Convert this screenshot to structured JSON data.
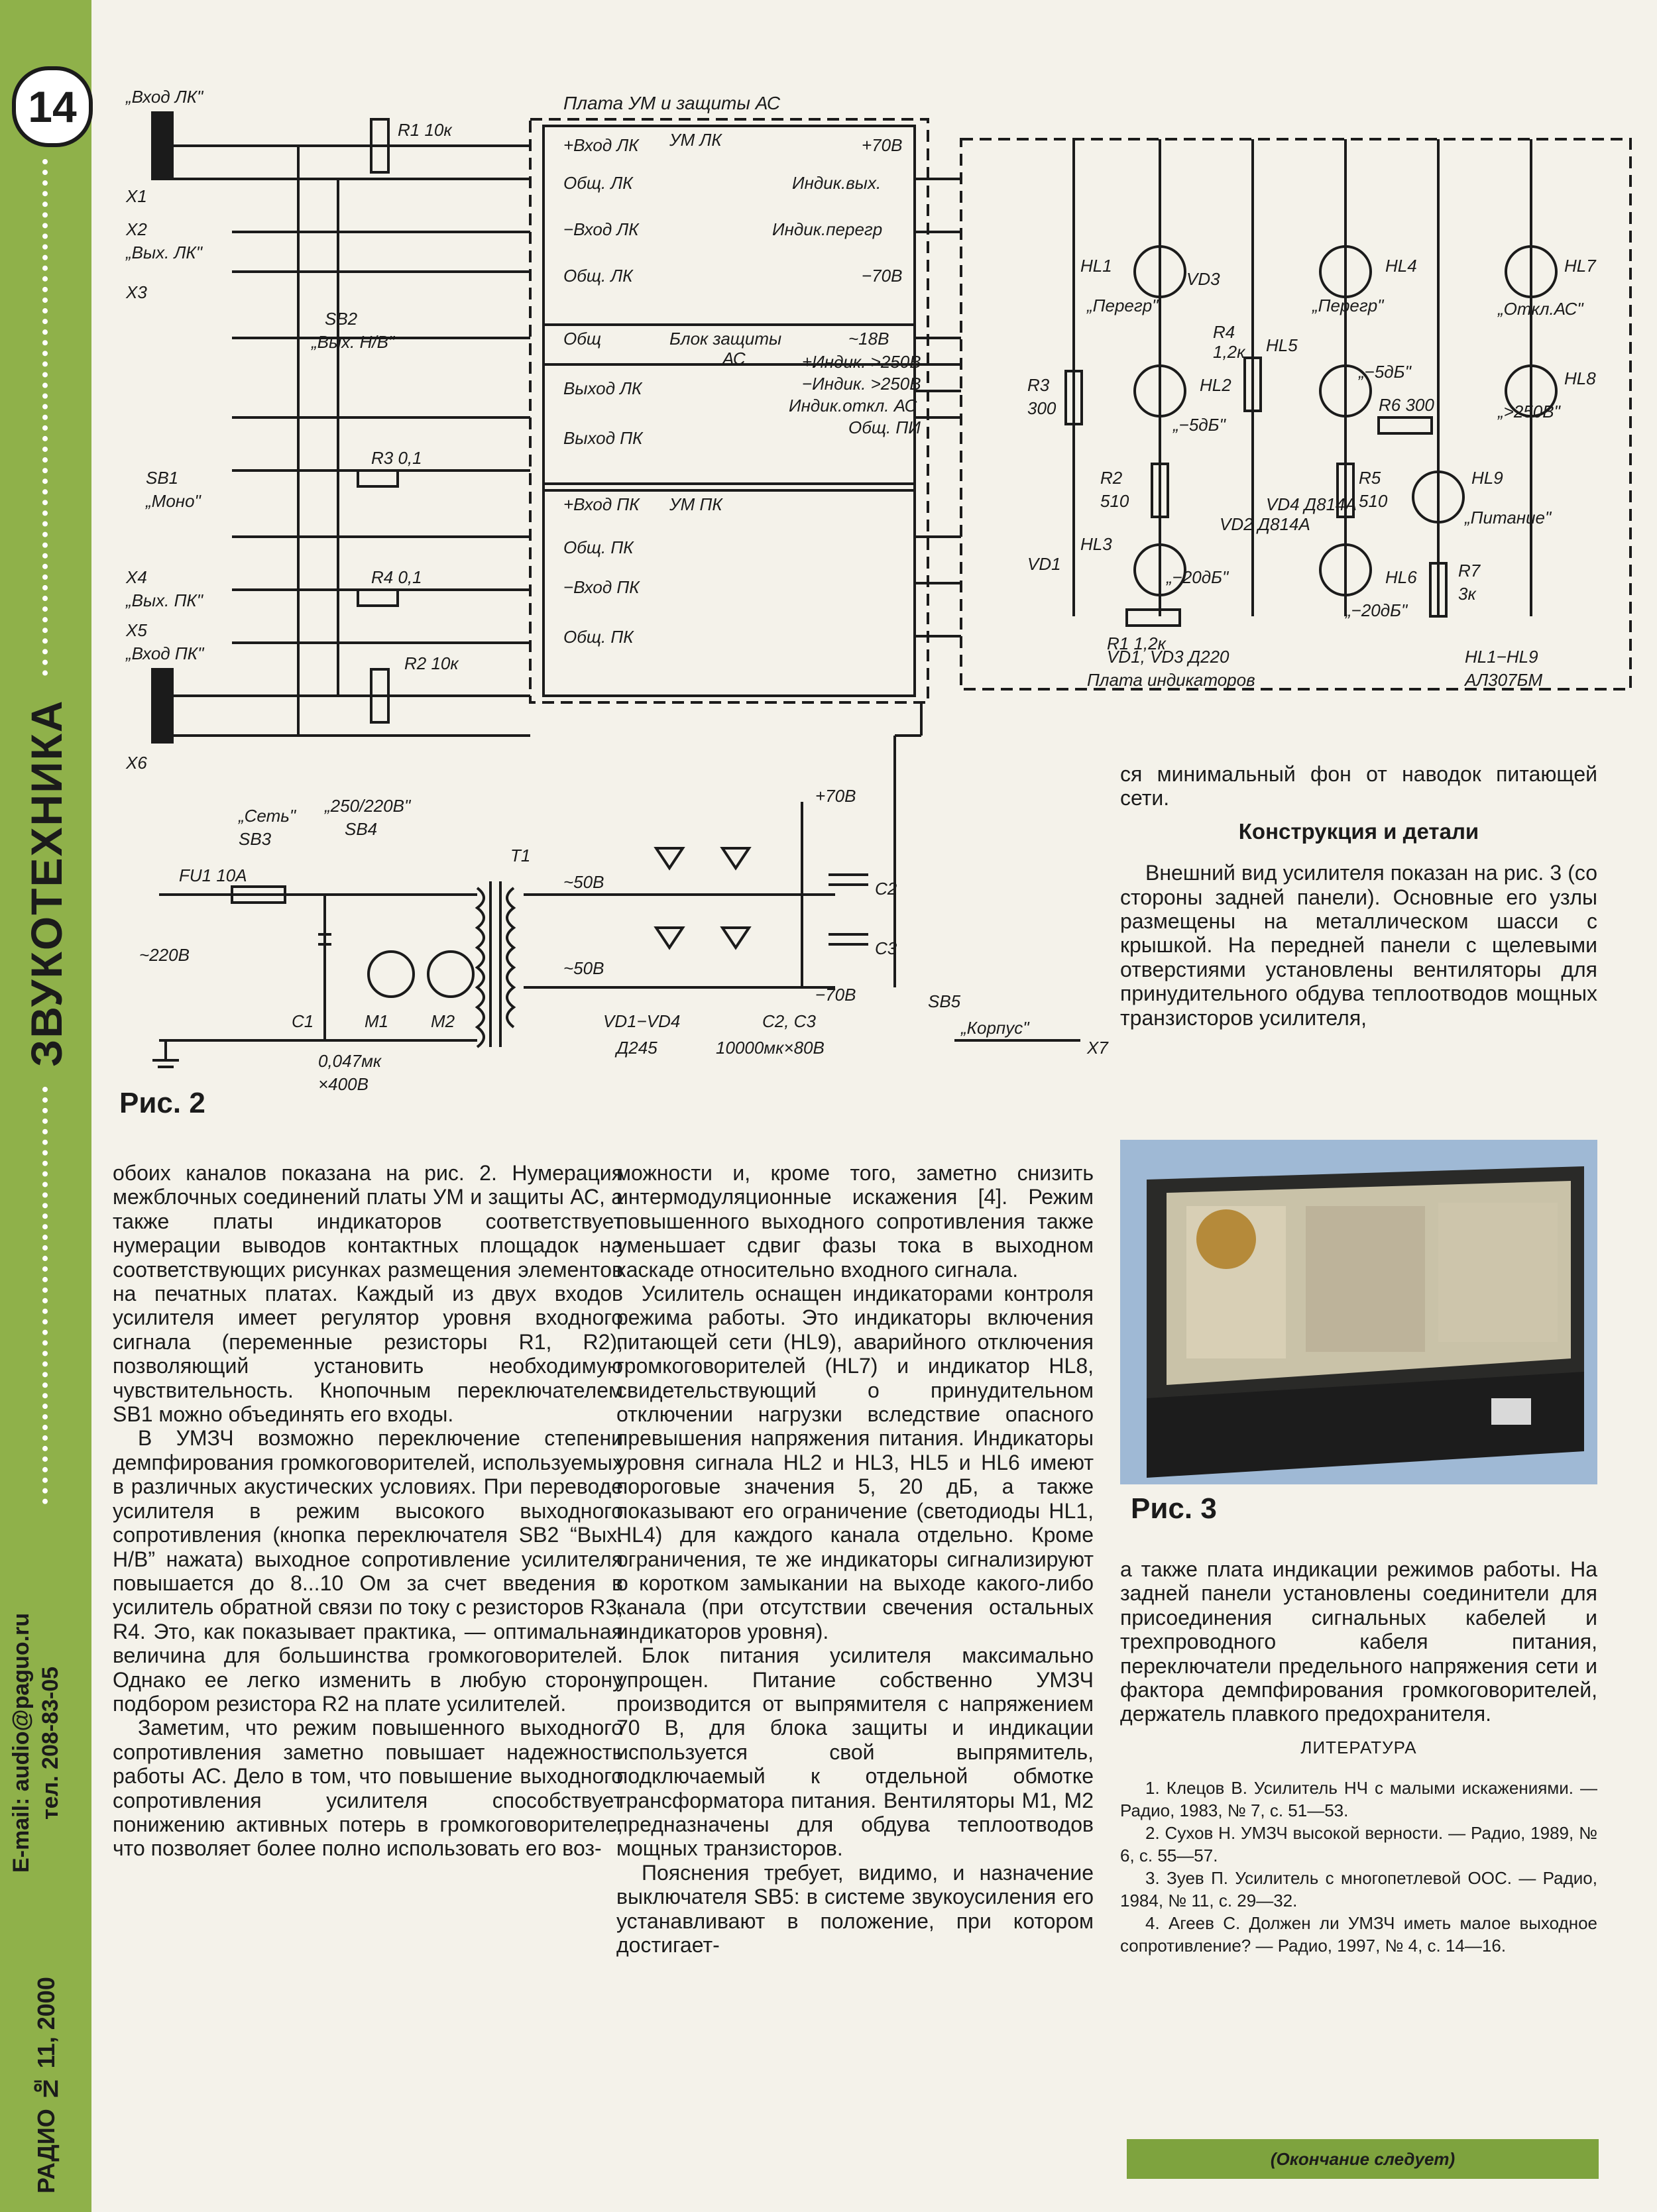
{
  "sidebar": {
    "page_number": "14",
    "section": "ЗВУКОТЕХНИКА",
    "contact_email": "E-mail: audio@paguo.ru",
    "contact_phone": "тел. 208-83-05",
    "issue": "РАДИО № 11, 2000"
  },
  "figure2": {
    "caption": "Рис. 2",
    "labels": {
      "board_title": "Плата УМ и защиты АС",
      "um_lk": "УМ ЛК",
      "protect": "Блок защиты",
      "protect2": "АС",
      "um_pk": "УМ ПК",
      "vh_lk_plus": "+Вход ЛК",
      "obsh_lk": "Общ. ЛК",
      "vh_lk_minus": "−Вход ЛК",
      "obsh_lk2": "Общ. ЛК",
      "plus70": "+70В",
      "ind_vyh": "Индик.вых.",
      "ind_pereg": "Индик.перегр",
      "minus70": "−70В",
      "obsh": "Общ",
      "vyh_lk": "Выход ЛК",
      "vyh_pk": "Выход ПК",
      "minus18": "~18В",
      "ind_250a": "+Индик. >250В",
      "ind_250b": "−Индик. >250В",
      "ind_otkl": "Индик.откл. АС",
      "obsh_pi": "Общ. ПИ",
      "vh_pk_plus": "+Вход ПК",
      "obsh_pk": "Общ. ПК",
      "vh_pk_minus": "−Вход ПК",
      "obsh_pk2": "Общ. ПК",
      "vhod_lk": "„Вход ЛК\"",
      "vhod_pk": "„Вход ПК\"",
      "x1": "X1",
      "x2": "X2",
      "x3": "X3",
      "x4": "X4",
      "x5": "X5",
      "x6": "X6",
      "x7": "X7",
      "vyh_lk_conn": "„Вых. ЛК\"",
      "vyh_pk_conn": "„Вых. ПК\"",
      "r1": "R1 10к",
      "r2": "R2 10к",
      "r3": "R3 0,1",
      "r4": "R4 0,1",
      "sb1": "SB1",
      "mono": "„Моно\"",
      "sb2": "SB2",
      "vyh_hv": "„Вых. Н/В\"",
      "set": "„Сеть\"",
      "sb3": "SB3",
      "v250": "„250/220В\"",
      "sb4": "SB4",
      "fu1": "FU1 10А",
      "v220": "~220В",
      "c1": "C1",
      "c1v": "0,047мк",
      "c1v2": "×400В",
      "m1": "M1",
      "m2": "M2",
      "t1": "T1",
      "v50a": "~50В",
      "v50b": "~50В",
      "vd1vd4": "VD1−VD4",
      "d245": "Д245",
      "c2c3": "C2, C3",
      "c2c3v": "10000мк×80В",
      "c2": "C2",
      "c3": "C3",
      "p70": "+70В",
      "m70": "−70В",
      "sb5": "SB5",
      "korpus": "„Корпус\"",
      "ind_board": "Плата индикаторов",
      "vd_note": "VD1, VD3 Д220",
      "hl_note": "HL1−HL9",
      "al": "АЛ307БМ",
      "hl1": "HL1",
      "hl2": "HL2",
      "hl3": "HL3",
      "hl4": "HL4",
      "hl5": "HL5",
      "hl6": "HL6",
      "hl7": "HL7",
      "hl8": "HL8",
      "hl9": "HL9",
      "pereg1": "„Перегр\"",
      "pereg2": "„Перегр\"",
      "db5a": "„−5дБ\"",
      "db5b": "„−5дБ\"",
      "db20a": "„−20дБ\"",
      "db20b": "„−20дБ\"",
      "otkl": "„Откл.АС\"",
      "v250c": "„>250В\"",
      "pitanie": "„Питание\"",
      "r3i": "R3",
      "r3iv": "300",
      "r2i": "R2",
      "r2iv": "510",
      "r1i": "R1 1,2к",
      "r4i": "R4",
      "r4iv": "1,2к",
      "r6i": "R6 300",
      "r5i": "R5",
      "r5iv": "510",
      "r7i": "R7",
      "r7iv": "3к",
      "vd3i": "VD3",
      "vd1i": "VD1",
      "vd2i": "VD2 Д814А",
      "vd4i": "VD4 Д814А"
    }
  },
  "figure3": {
    "caption": "Рис. 3"
  },
  "col1": {
    "paragraphs": [
      "обоих каналов показана на рис. 2. Нумерация межблочных соединений платы УМ и защиты АС, а также платы индикаторов соответствует нумерации выводов контактных площадок на соответствующих рисунках размещения элементов на печатных платах. Каждый из двух входов усилителя имеет регулятор уровня входного сигнала (переменные резисторы R1, R2), позволяющий установить необходимую чувствительность. Кнопочным переключателем SB1 можно объединять его входы.",
      "В УМЗЧ возможно переключение степени демпфирования громкоговорителей, используемых в различных акустических условиях. При переводе усилителя в режим высокого выходного сопротивления (кнопка переключателя SB2 “Вых. Н/В” нажата) выходное сопротивление усилителя повышается до 8...10 Ом за счет введения в усилитель обратной связи по току с резисторов R3, R4. Это, как показывает практика, — оптимальная величина для большинства громкоговорителей. Однако ее легко изменить в любую сторону подбором резистора R2 на плате усилителей.",
      "Заметим, что режим повышенного выходного сопротивления заметно повышает надежность работы АС. Дело в том, что повышение выходного сопротивления усилителя способствует понижению активных потерь в громкоговорителе, что позволяет более полно использовать его воз-"
    ]
  },
  "col2": {
    "paragraphs": [
      "можности и, кроме того, заметно снизить интермодуляционные искажения [4]. Режим повышенного выходного сопротивления также уменьшает сдвиг фазы тока в выходном каскаде относительно входного сигнала.",
      "Усилитель оснащен индикаторами контроля режима работы. Это индикаторы включения питающей сети (HL9), аварийного отключения громкоговорителей (HL7) и индикатор HL8, свидетельствующий о принудительном отключении нагрузки вследствие опасного превышения напряжения питания. Индикаторы уровня сигнала HL2 и HL3, HL5 и HL6 имеют пороговые значения 5, 20 дБ, а также показывают его ограничение (светодиоды HL1, HL4) для каждого канала отдельно. Кроме ограничения, те же индикаторы сигнализируют о коротком замыкании на выходе какого-либо канала (при отсутствии свечения остальных индикаторов уровня).",
      "Блок питания усилителя максимально упрощен. Питание собственно УМЗЧ производится от выпрямителя с напряжением 70 В, для блока защиты и индикации используется свой выпрямитель, подключаемый к отдельной обмотке трансформатора питания. Вентиляторы M1, M2 предназначены для обдува теплоотводов мощных транзисторов.",
      "Пояснения требует, видимо, и назначение выключателя SB5: в системе звукоусиления его устанавливают в положение, при котором достигает-"
    ]
  },
  "col3": {
    "intro": "ся минимальный фон от наводок питающей сети.",
    "heading": "Конструкция и детали",
    "para1": "Внешний вид усилителя показан на рис. 3 (со стороны задней панели). Основные его узлы размещены на металлическом шасси с крышкой. На передней панели с щелевыми отверстиями установлены вентиляторы для принудительного обдува теплоотводов мощных транзисторов усилителя,",
    "para2": "а также плата индикации режимов работы. На задней панели установлены соединители для присоединения сигнальных кабелей и трехпроводного кабеля питания, переключатели предельного напряжения сети и фактора демпфирования громкоговорителей, держатель плавкого предохранителя.",
    "refs_title": "ЛИТЕРАТУРА",
    "refs": [
      "1. Клецов В. Усилитель НЧ с малыми искажениями. — Радио, 1983, № 7, с. 51—53.",
      "2. Сухов Н. УМЗЧ высокой верности. — Радио, 1989, № 6, с. 55—57.",
      "3. Зуев П. Усилитель с многопетлевой ООС. — Радио, 1984, № 11, с. 29—32.",
      "4. Агеев С. Должен ли УМЗЧ иметь малое выходное сопротивление? — Радио, 1997, № 4, с. 14—16."
    ],
    "footer": "(Окончание следует)"
  }
}
